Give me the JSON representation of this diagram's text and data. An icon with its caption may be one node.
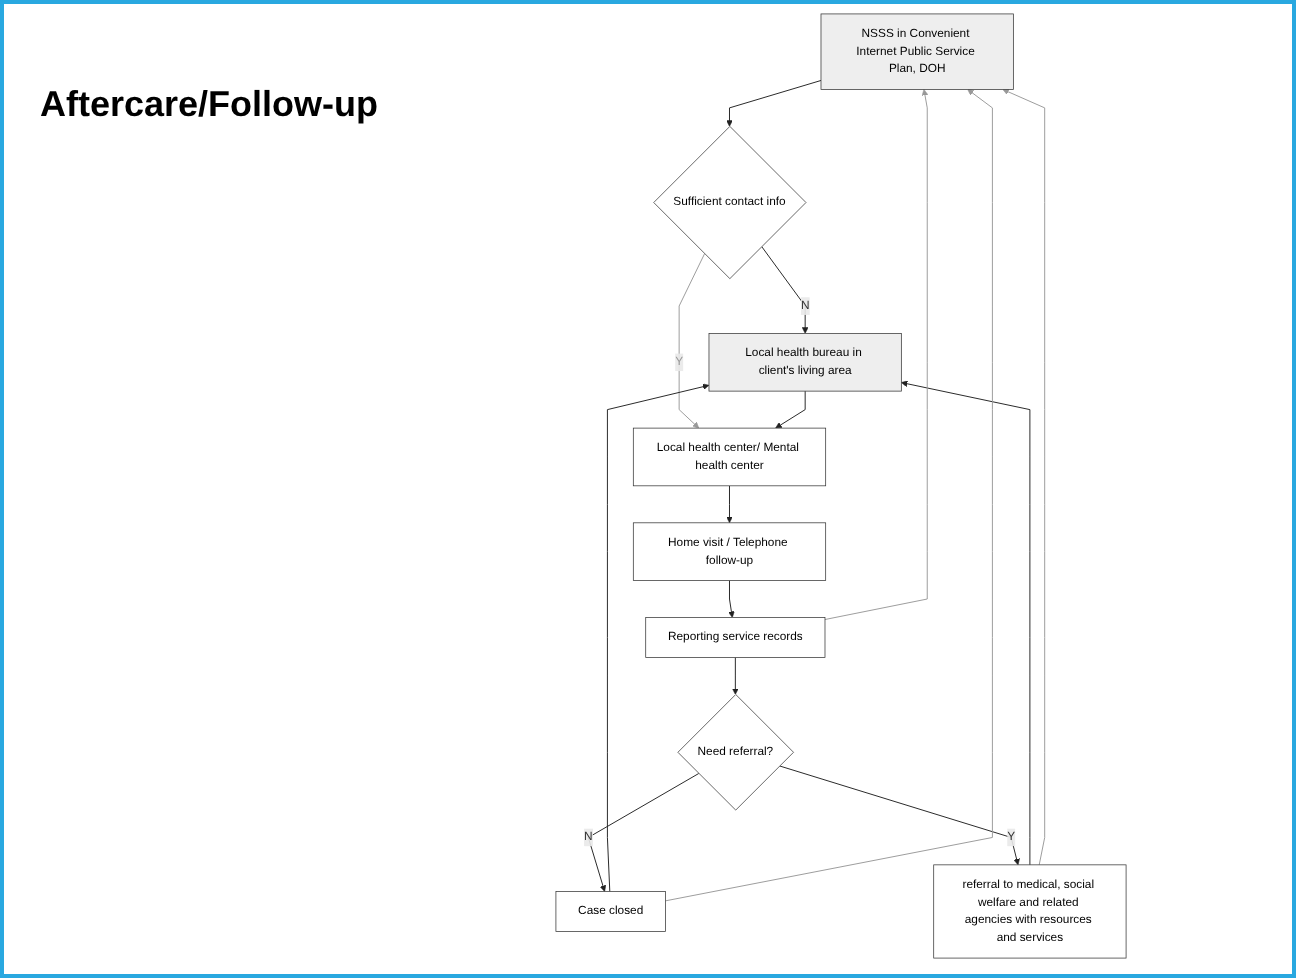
{
  "diagram": {
    "title": "Aftercare/Follow-up",
    "nodes": [
      {
        "text": [
          "NSSS in Convenient Internet Public Service Plan, DOH"
        ]
      },
      {
        "text": [
          "Sufficient contact info"
        ]
      },
      {
        "text": [
          "Local health bureau in client's living area"
        ]
      },
      {
        "text": [
          "Local health center/ Mental health center"
        ]
      },
      {
        "text": [
          "Home visit / Telephone follow-up"
        ]
      },
      {
        "text": [
          "Reporting service records"
        ]
      },
      {
        "text": [
          "Need referral?"
        ]
      },
      {
        "text": [
          "Case closed"
        ]
      },
      {
        "text": [
          "referral to medical, social welfare and related agencies with resources and services"
        ]
      }
    ],
    "edges": [
      {
        "from": 0,
        "to": 1,
        "arrow": "to"
      },
      {
        "from": 1,
        "to": 2,
        "arrow": "to",
        "label": "N"
      },
      {
        "from": 1,
        "to": 3,
        "arrow": "to",
        "label": "Y",
        "color": "#999999"
      },
      {
        "from": 2,
        "to": 3,
        "arrow": "to"
      },
      {
        "from": 3,
        "to": 4,
        "arrow": "to"
      },
      {
        "from": 4,
        "to": 5,
        "arrow": "to"
      },
      {
        "from": 5,
        "to": 6,
        "arrow": "to"
      },
      {
        "from": 6,
        "to": 7,
        "arrow": "to",
        "label": "N"
      },
      {
        "from": 6,
        "to": 8,
        "arrow": "to",
        "label": "Y"
      },
      {
        "from": 7,
        "to": 2,
        "arrow": "to"
      },
      {
        "from": 8,
        "to": 2,
        "arrow": "to"
      },
      {
        "from": 8,
        "to": 0,
        "arrow": "to",
        "color": "#999999"
      },
      {
        "from": 7,
        "to": 0,
        "arrow": "to",
        "color": "#999999"
      },
      {
        "from": 5,
        "to": 0,
        "arrow": "to",
        "color": "#999999"
      }
    ]
  }
}
